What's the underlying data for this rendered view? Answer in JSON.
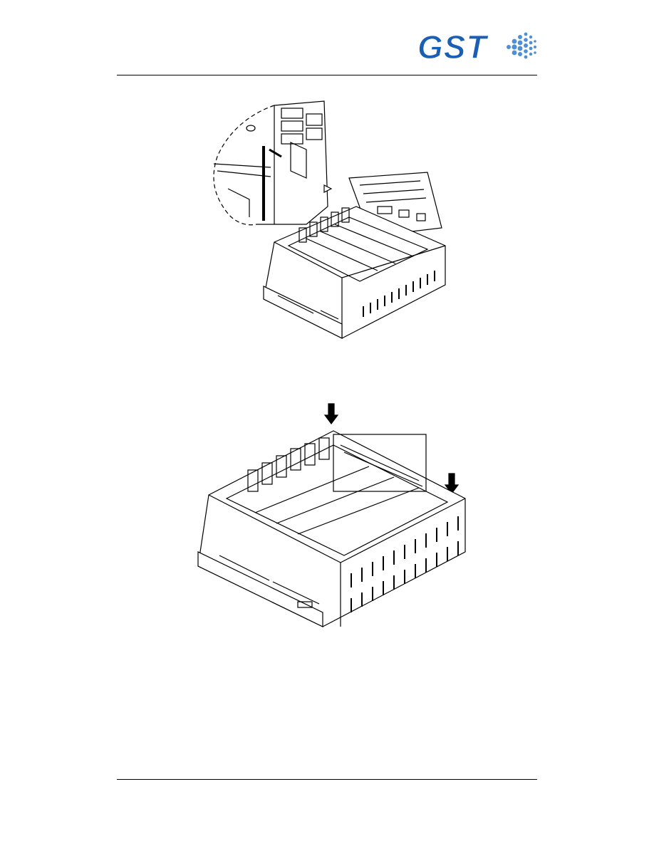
{
  "header": {
    "logo": {
      "text": "GST",
      "color": "#1a5fb4",
      "dot_color": "#4f8fd8"
    }
  },
  "figures": [
    {
      "name": "figure-card-insertion",
      "icons": [
        "down-arrow-icon",
        "magnifier-callout"
      ]
    },
    {
      "name": "figure-card-secured",
      "icons": [
        "down-arrow-icon",
        "down-arrow-icon"
      ]
    }
  ]
}
